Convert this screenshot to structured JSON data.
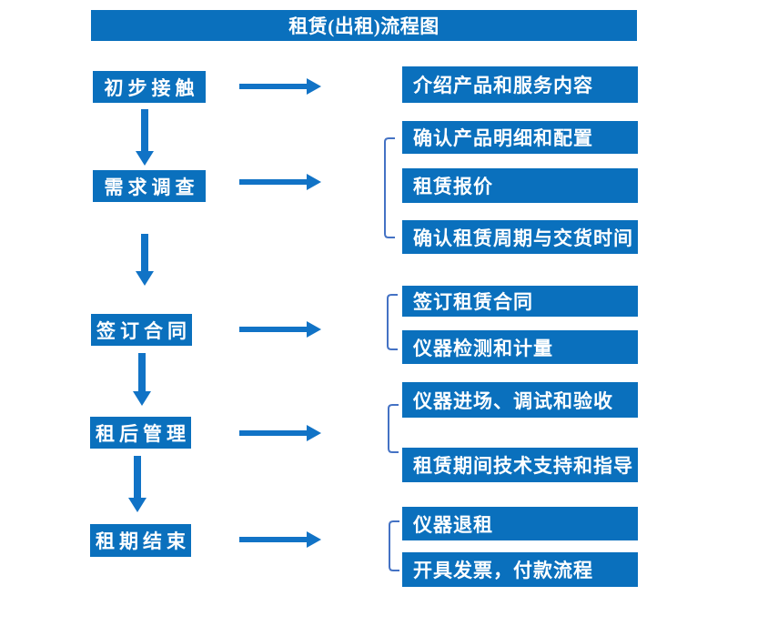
{
  "title": "租赁(出租)流程图",
  "colors": {
    "box_blue": "#0a70bd",
    "arrow_blue": "#1173c6",
    "bracket_blue": "#4472c4",
    "text_white": "#ffffff",
    "background": "#ffffff"
  },
  "left_steps": [
    {
      "id": "initial-contact",
      "label": "初步接触"
    },
    {
      "id": "demand-survey",
      "label": "需求调查"
    },
    {
      "id": "sign-contract",
      "label": "签订合同"
    },
    {
      "id": "post-rental-management",
      "label": "租后管理"
    },
    {
      "id": "rental-end",
      "label": "租期结束"
    }
  ],
  "right_details": [
    {
      "id": "intro-products-services",
      "label": "介绍产品和服务内容",
      "step": 1
    },
    {
      "id": "confirm-product-config",
      "label": "确认产品明细和配置",
      "step": 2
    },
    {
      "id": "rental-quotation",
      "label": "租赁报价",
      "step": 2
    },
    {
      "id": "confirm-period-delivery",
      "label": "确认租赁周期与交货时间",
      "step": 2
    },
    {
      "id": "sign-rental-contract",
      "label": "签订租赁合同",
      "step": 3
    },
    {
      "id": "instrument-testing-metering",
      "label": "仪器检测和计量",
      "step": 3
    },
    {
      "id": "instrument-entry-debug-acceptance",
      "label": "仪器进场、调试和验收",
      "step": 4
    },
    {
      "id": "tech-support-guidance",
      "label": "租赁期间技术支持和指导",
      "step": 4
    },
    {
      "id": "instrument-return",
      "label": "仪器退租",
      "step": 5
    },
    {
      "id": "invoice-payment",
      "label": "开具发票，付款流程",
      "step": 5
    }
  ]
}
